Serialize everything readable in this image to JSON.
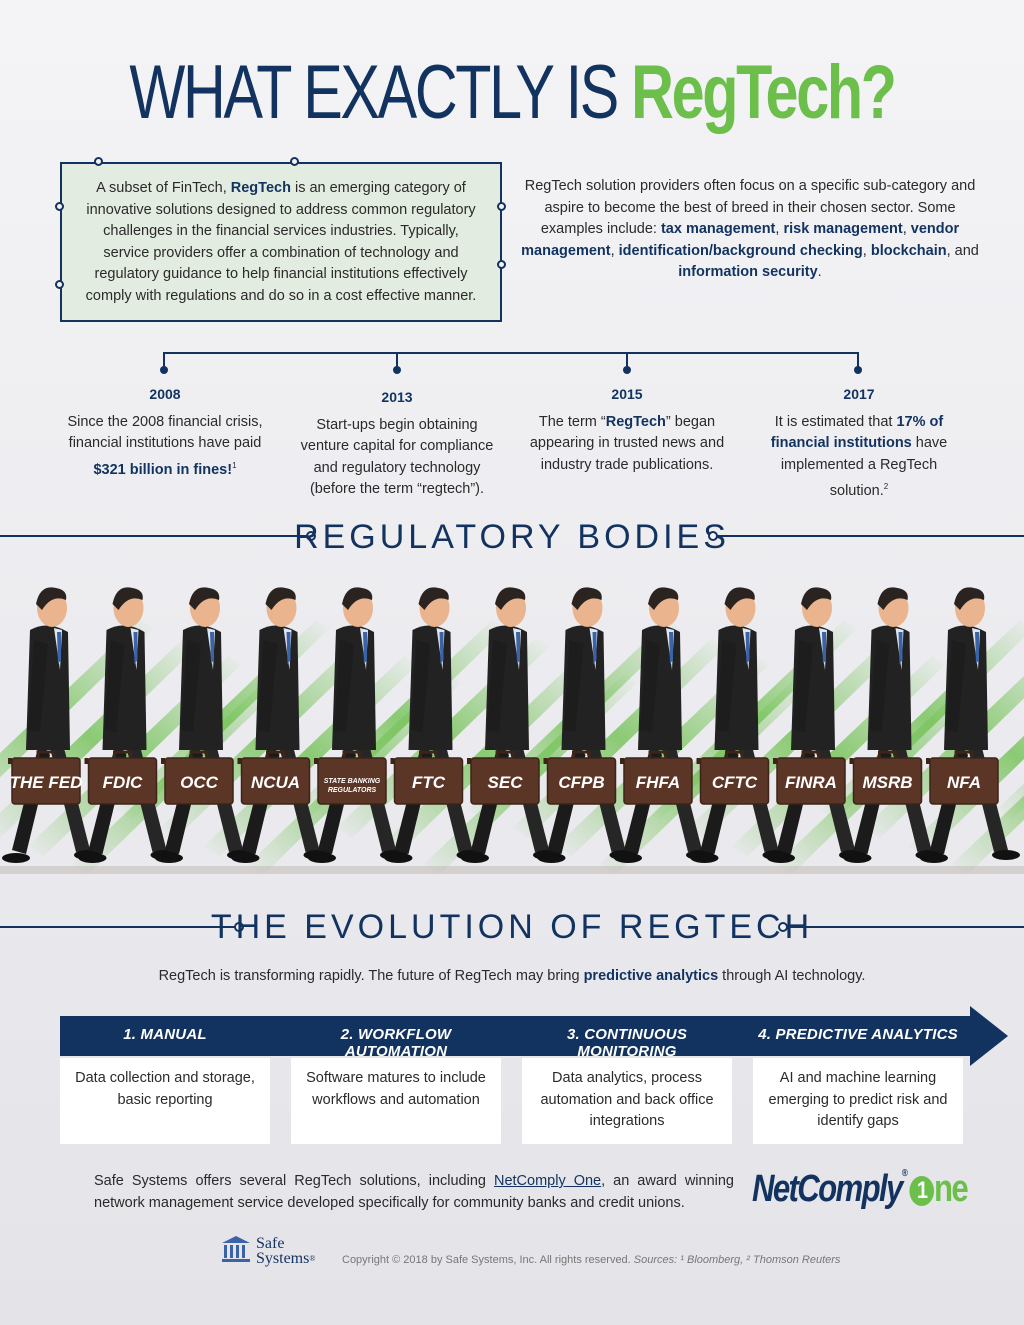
{
  "title": {
    "part1": "WHAT EXACTLY IS ",
    "part2": "RegTech?"
  },
  "intro": {
    "box_before": "A subset of FinTech, ",
    "box_bold": "RegTech",
    "box_after": " is an emerging category of innovative solutions designed to address common regulatory challenges in the financial services industries. Typically, service providers offer a combination of technology and regulatory guidance to help financial institutions effectively comply with regulations and do so in a cost effective manner.",
    "right_lead": "RegTech solution providers often focus on a specific sub-category and aspire to become the best of breed in their chosen sector. Some examples include: ",
    "examples": [
      "tax management",
      "risk management",
      "vendor management",
      "identification/background checking",
      "blockchain",
      "information security"
    ],
    "sep1": ", ",
    "sep2": ", ",
    "sep3": ", ",
    "sep4": ", ",
    "sep5": ", and ",
    "end": "."
  },
  "timeline": [
    {
      "year": "2008",
      "pre": "Since the 2008 financial crisis, financial institutions have paid ",
      "bold": "$321 billion in fines!",
      "sup": "1",
      "post": ""
    },
    {
      "year": "2013",
      "pre": "Start-ups begin obtaining venture capital for compliance and regulatory technology (before the term “regtech”).",
      "bold": "",
      "sup": "",
      "post": ""
    },
    {
      "year": "2015",
      "pre": "The term “",
      "bold": "RegTech",
      "sup": "",
      "post": "” began appearing in trusted news and industry trade publications."
    },
    {
      "year": "2017",
      "pre": "It is estimated that ",
      "bold": "17% of financial institutions",
      "sup": "",
      "post": " have implemented a RegTech solution.",
      "sup2": "2"
    }
  ],
  "regulatory": {
    "heading": "REGULATORY BODIES",
    "bodies": [
      "THE FED",
      "FDIC",
      "OCC",
      "NCUA",
      "STATE BANKING REGULATORS",
      "FTC",
      "SEC",
      "CFPB",
      "FHFA",
      "CFTC",
      "FINRA",
      "MSRB",
      "NFA"
    ]
  },
  "evolution": {
    "heading": "THE EVOLUTION OF REGTECH",
    "sub_pre": "RegTech is transforming rapidly. The future of RegTech may bring ",
    "sub_bold": "predictive analytics",
    "sub_post": " through AI technology.",
    "stages": [
      {
        "title": "1. MANUAL",
        "desc": "Data collection and storage, basic reporting"
      },
      {
        "title": "2. WORKFLOW AUTOMATION",
        "desc": "Software matures to include workflows and automation"
      },
      {
        "title": "3. CONTINUOUS MONITORING",
        "desc": "Data analytics, process automation and back office integrations"
      },
      {
        "title": "4. PREDICTIVE ANALYTICS",
        "desc": "AI and machine learning emerging to predict risk and identify gaps"
      }
    ]
  },
  "footer": {
    "pre": "Safe Systems offers several RegTech solutions, including ",
    "link": "NetComply One",
    "post": ", an award winning network management service developed specifically for community banks and credit unions.",
    "logo_main": "NetComply",
    "logo_reg": "®",
    "logo_badge": "1",
    "logo_one": "ne",
    "ss_line1": "Safe",
    "ss_line2": "Systems",
    "ss_reg": "®",
    "copyright": "Copyright © 2018 by Safe Systems, Inc. All rights reserved. ",
    "sources": "Sources: ¹ Bloomberg, ² Thomson Reuters"
  },
  "colors": {
    "navy": "#12325f",
    "green": "#6bbf4a",
    "box_fill": "#e3ece0",
    "briefcase": "#5b3526"
  }
}
